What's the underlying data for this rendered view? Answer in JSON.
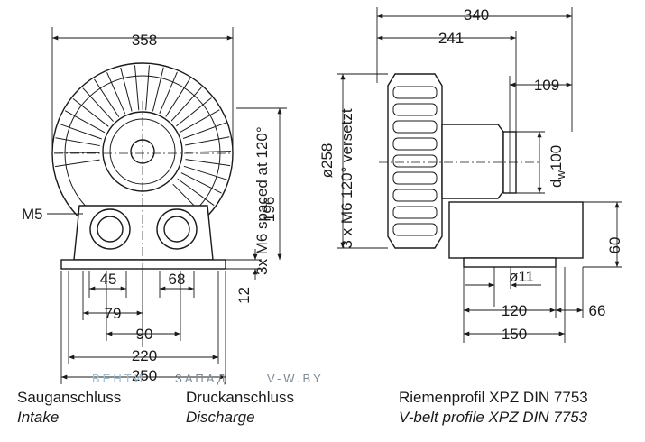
{
  "front_view": {
    "dims": {
      "overall_width": "358",
      "bolt_label": "M5",
      "flange_45": "45",
      "flange_68": "68",
      "foot_79": "79",
      "foot_90": "90",
      "base_220": "220",
      "base_250": "250",
      "height_12": "12",
      "height_196": "196",
      "bolt_pattern": "3x M6 spaced at 120°"
    }
  },
  "side_view": {
    "dims": {
      "overall_340": "340",
      "len_241": "241",
      "pulley_109": "109",
      "pulley_dw": "d",
      "pulley_dw_sub": "w",
      "pulley_dw_val": "100",
      "diameter_258": "ø258",
      "bolt_pattern_de": "3 x M6 120° versetzt",
      "base_height_60": "60",
      "hole_11": "ø11",
      "base_120": "120",
      "base_66": "66",
      "base_150": "150"
    }
  },
  "captions": {
    "intake_de": "Sauganschluss",
    "intake_en": "Intake",
    "discharge_de": "Druckanschluss",
    "discharge_en": "Discharge",
    "belt_de": "Riemenprofil XPZ DIN 7753",
    "belt_en": "V-belt profile XPZ DIN 7753"
  },
  "watermark": {
    "part1": "ВЕНТИ",
    "part2": "ЗАПАД",
    "part3": "V-W.BY",
    "color1": "#9bbfd9",
    "color2": "#7f8a94"
  }
}
